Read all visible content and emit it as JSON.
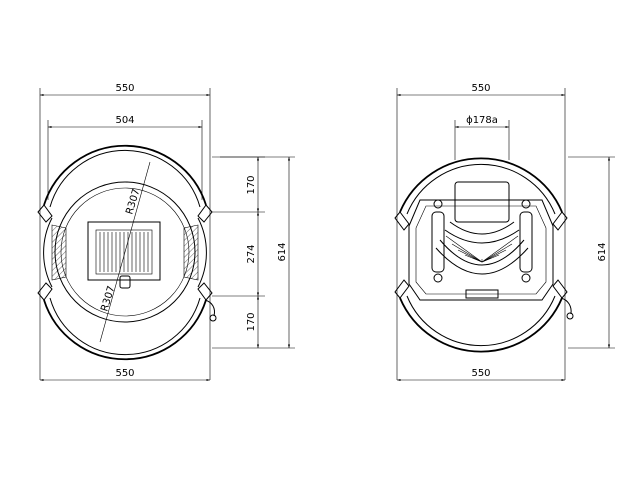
{
  "views": {
    "top": {
      "overall_width_top": "550",
      "inner_width": "504",
      "overall_width_bottom": "550",
      "radius_upper": "R307",
      "radius_lower": "R307",
      "segment_upper": "170",
      "segment_middle": "274",
      "segment_lower": "170",
      "overall_height": "614"
    },
    "front": {
      "overall_width_top": "550",
      "flue_diameter": "ϕ178a",
      "overall_width_bottom": "550",
      "overall_height": "614"
    }
  }
}
